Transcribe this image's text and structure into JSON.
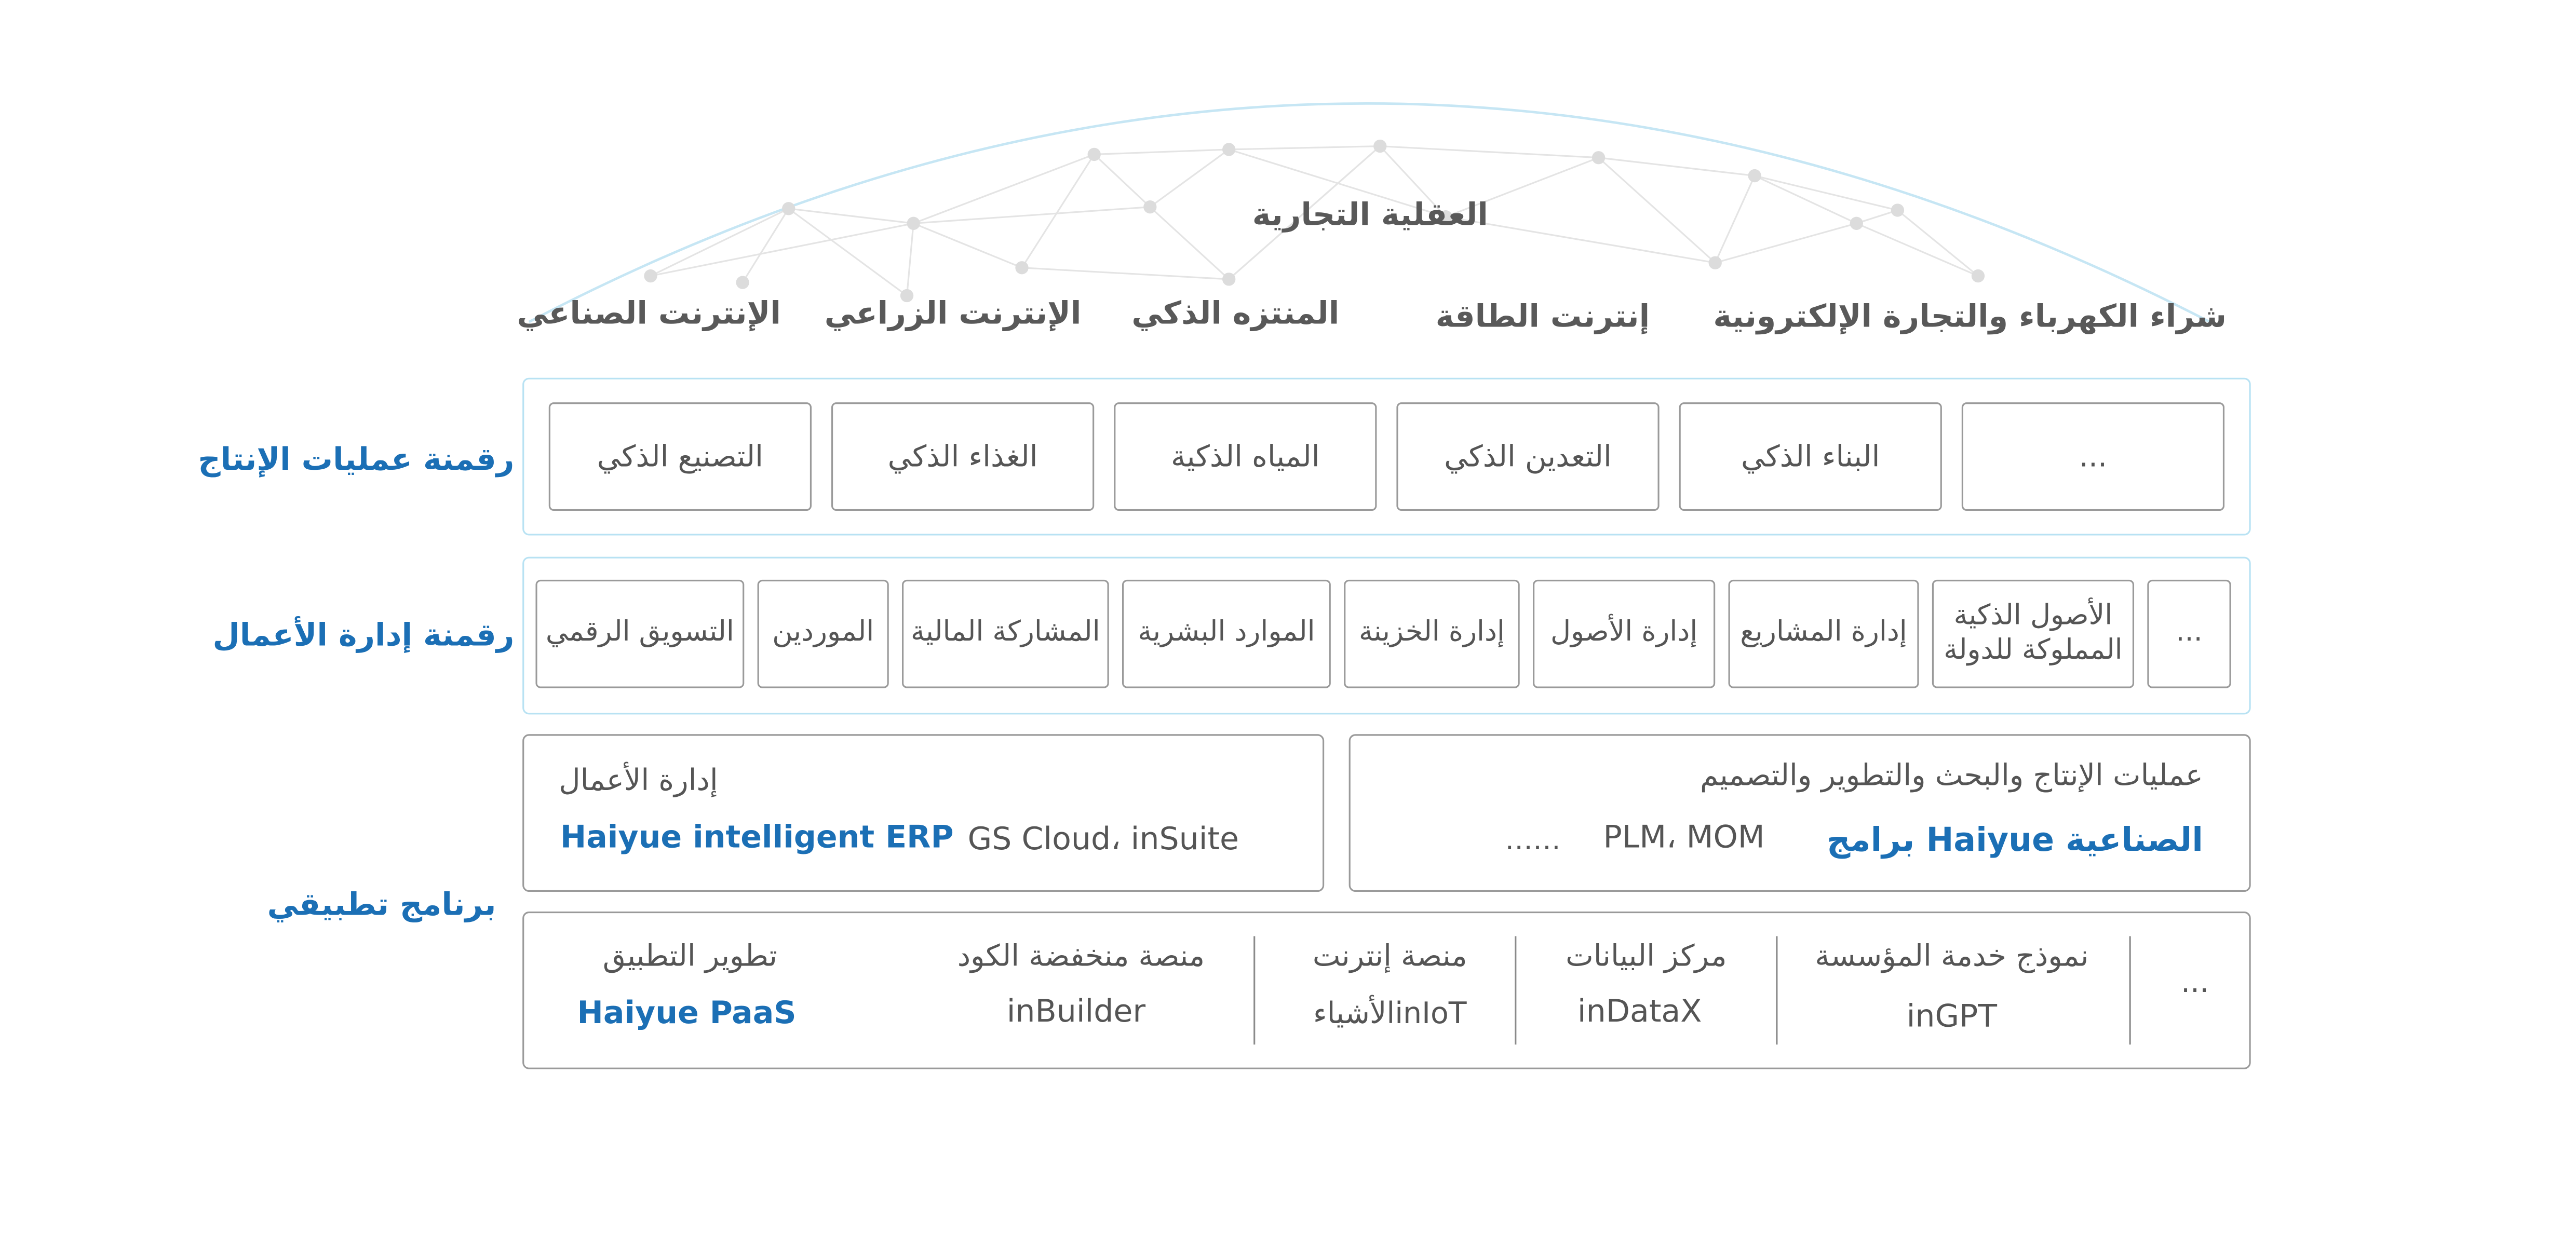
{
  "top": {
    "center_title": "العقلية التجارية",
    "categories": [
      "الإنترنت الصناعي",
      "الإنترنت الزراعي",
      "المنتزه الذكي",
      "إنترنت الطاقة",
      "شراء الكهرباء والتجارة الإلكترونية"
    ]
  },
  "production_row": {
    "label": "رقمنة عمليات الإنتاج",
    "items": [
      "التصنيع الذكي",
      "الغذاء الذكي",
      "المياه الذكية",
      "التعدين الذكي",
      "البناء الذكي",
      "..."
    ]
  },
  "business_row": {
    "label": "رقمنة إدارة الأعمال",
    "items": [
      "التسويق الرقمي",
      "الموردين",
      "المشاركة المالية",
      "الموارد البشرية",
      "إدارة الخزينة",
      "إدارة الأصول",
      "إدارة المشاريع",
      "الأصول الذكية\nالمملوكة للدولة",
      "..."
    ]
  },
  "app_row": {
    "label": "برنامج تطبيقي",
    "business_mgmt": {
      "title": "إدارة الأعمال",
      "brand": "Haiyue intelligent ERP",
      "products": "GS Cloud، inSuite"
    },
    "production_rd": {
      "title": "عمليات الإنتاج والبحث والتطوير والتصميم",
      "brand": "برامج Haiyue الصناعية",
      "products": "PLM، MOM",
      "more": "……"
    }
  },
  "platform_row": {
    "cells": [
      {
        "title": "تطوير التطبيق",
        "value": "Haiyue PaaS"
      },
      {
        "title": "منصة منخفضة الكود",
        "value": "inBuilder"
      },
      {
        "title": "منصة إنترنت",
        "value": "الأشياءinIoT"
      },
      {
        "title": "مركز البيانات",
        "value": "inDataX"
      },
      {
        "title": "نموذج خدمة المؤسسة",
        "value": "inGPT"
      },
      {
        "title": "",
        "value": "..."
      }
    ]
  }
}
